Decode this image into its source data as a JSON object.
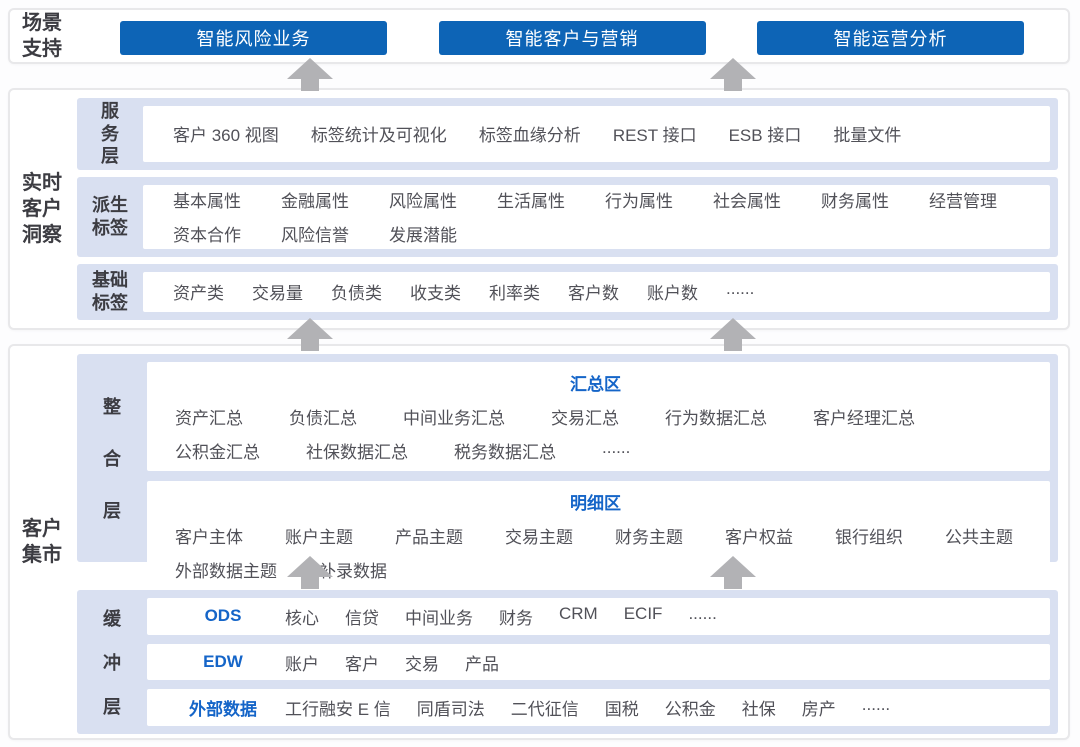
{
  "colors": {
    "button_blue": "#0d64b6",
    "panel_light_blue": "#d9e0f1",
    "blue_heading_text": "#1565c8",
    "item_text_gray": "#515158",
    "label_dark_gray": "#3c3c42",
    "arrow_gray": "#b2b2b5",
    "box_border": "#e8e8ea"
  },
  "scenario_support": {
    "label": "场景支持",
    "buttons": [
      "智能风险业务",
      "智能客户与营销",
      "智能运营分析"
    ]
  },
  "realtime_insight": {
    "label": "实时客户洞察",
    "layers": [
      {
        "label": "服务层",
        "rows": [
          [
            "客户 360 视图",
            "标签统计及可视化",
            "标签血缘分析",
            "REST 接口",
            "ESB 接口",
            "批量文件"
          ]
        ]
      },
      {
        "label": "派生标签",
        "rows": [
          [
            "基本属性",
            "金融属性",
            "风险属性",
            "生活属性",
            "行为属性",
            "社会属性",
            "财务属性",
            "经营管理"
          ],
          [
            "资本合作",
            "风险信誉",
            "发展潜能"
          ]
        ]
      },
      {
        "label": "基础标签",
        "rows": [
          [
            "资产类",
            "交易量",
            "负债类",
            "收支类",
            "利率类",
            "客户数",
            "账户数",
            "......"
          ]
        ]
      }
    ]
  },
  "customer_mart": {
    "label": "客户集市",
    "integration_layer": {
      "label": "整合层",
      "zones": [
        {
          "title": "汇总区",
          "rows": [
            [
              "资产汇总",
              "负债汇总",
              "中间业务汇总",
              "交易汇总",
              "行为数据汇总",
              "客户经理汇总"
            ],
            [
              "公积金汇总",
              "社保数据汇总",
              "税务数据汇总",
              "......"
            ]
          ]
        },
        {
          "title": "明细区",
          "rows": [
            [
              "客户主体",
              "账户主题",
              "产品主题",
              "交易主题",
              "财务主题",
              "客户权益",
              "银行组织",
              "公共主题"
            ],
            [
              "外部数据主题",
              "补录数据"
            ]
          ]
        }
      ]
    },
    "buffer_layer": {
      "label": "缓冲层",
      "rows": [
        {
          "title": "ODS",
          "items": [
            "核心",
            "信贷",
            "中间业务",
            "财务",
            "CRM",
            "ECIF",
            "......"
          ]
        },
        {
          "title": "EDW",
          "items": [
            "账户",
            "客户",
            "交易",
            "产品"
          ]
        },
        {
          "title": "外部数据",
          "items": [
            "工行融安 E 信",
            "同盾司法",
            "二代征信",
            "国税",
            "公积金",
            "社保",
            "房产",
            "......"
          ]
        }
      ]
    }
  }
}
